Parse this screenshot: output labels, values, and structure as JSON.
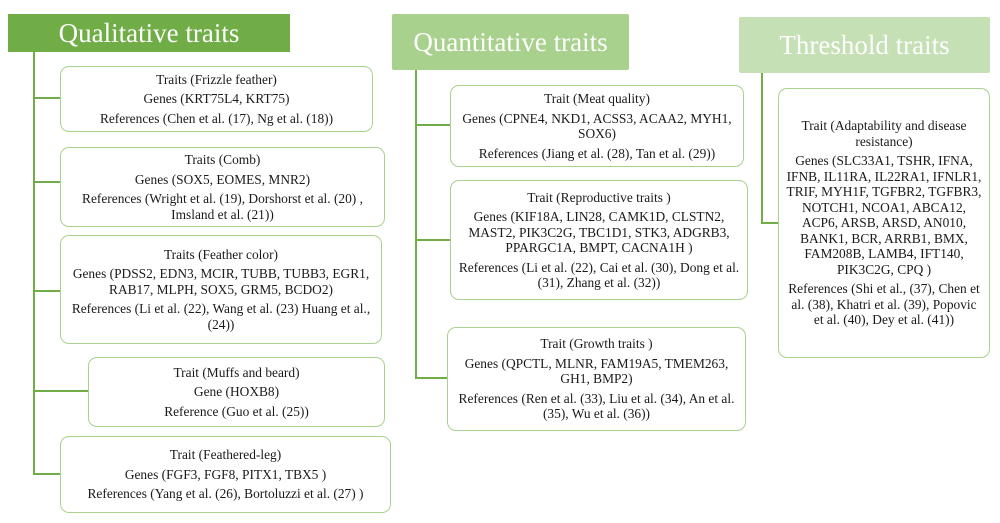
{
  "columns": [
    {
      "title": "Qualitative traits",
      "boxes": [
        {
          "trait": "Traits (Frizzle feather)",
          "genes": "Genes (KRT75L4, KRT75)",
          "refs": "References (Chen et al. (17), Ng et al. (18))"
        },
        {
          "trait": "Traits (Comb)",
          "genes": "Genes (SOX5, EOMES, MNR2)",
          "refs": "References (Wright et al. (19), Dorshorst et al. (20) , Imsland et al. (21))"
        },
        {
          "trait": "Traits (Feather color)",
          "genes": "Genes (PDSS2, EDN3, MCIR, TUBB, TUBB3, EGR1, RAB17, MLPH, SOX5, GRM5, BCDO2)",
          "refs": "References (Li et al. (22), Wang et al. (23) Huang et al., (24))"
        },
        {
          "trait": "Trait (Muffs and beard)",
          "genes": "Gene (HOXB8)",
          "refs": "Reference (Guo et al. (25))"
        },
        {
          "trait": "Trait (Feathered-leg)",
          "genes": "Genes (FGF3, FGF8, PITX1, TBX5 )",
          "refs": "References (Yang et al. (26), Bortoluzzi et al. (27) )"
        }
      ]
    },
    {
      "title": "Quantitative traits",
      "boxes": [
        {
          "trait": "Trait (Meat quality)",
          "genes": "Genes (CPNE4, NKD1, ACSS3, ACAA2, MYH1, SOX6)",
          "refs": "References (Jiang et al. (28), Tan et al. (29))"
        },
        {
          "trait": "Trait (Reproductive traits )",
          "genes": "Genes (KIF18A, LIN28, CAMK1D, CLSTN2, MAST2, PIK3C2G, TBC1D1, STK3, ADGRB3, PPARGC1A, BMPT, CACNA1H )",
          "refs": "References (Li et al. (22), Cai et al. (30), Dong et al. (31), Zhang et al. (32))"
        },
        {
          "trait": "Trait (Growth traits )",
          "genes": "Genes (QPCTL, MLNR, FAM19A5, TMEM263, GH1, BMP2)",
          "refs": "References (Ren et al. (33), Liu et al. (34), An et al. (35), Wu et al. (36))"
        }
      ]
    },
    {
      "title": "Threshold traits",
      "boxes": [
        {
          "trait": "Trait (Adaptability and disease resistance)",
          "genes": "Genes (SLC33A1, TSHR, IFNA, IFNB, IL11RA, IL22RA1, IFNLR1, TRIF, MYH1F, TGFBR2, TGFBR3, NOTCH1, NCOA1, ABCA12, ACP6, ARSB, ARSD, AN010, BANK1, BCR, ARRB1, BMX, FAM208B, LAMB4, IFT140, PIK3C2G, CPQ )",
          "refs": "References (Shi et al., (37), Chen et al. (38), Khatri et al. (39), Popovic et al. (40), Dey et al. (41))"
        }
      ]
    }
  ],
  "colors": {
    "qualitative_header": "#70ad47",
    "quantitative_header": "#a9d18e",
    "threshold_header": "#c5e0b4",
    "box_border": "#a9d18e",
    "connector": "#70ad47"
  }
}
